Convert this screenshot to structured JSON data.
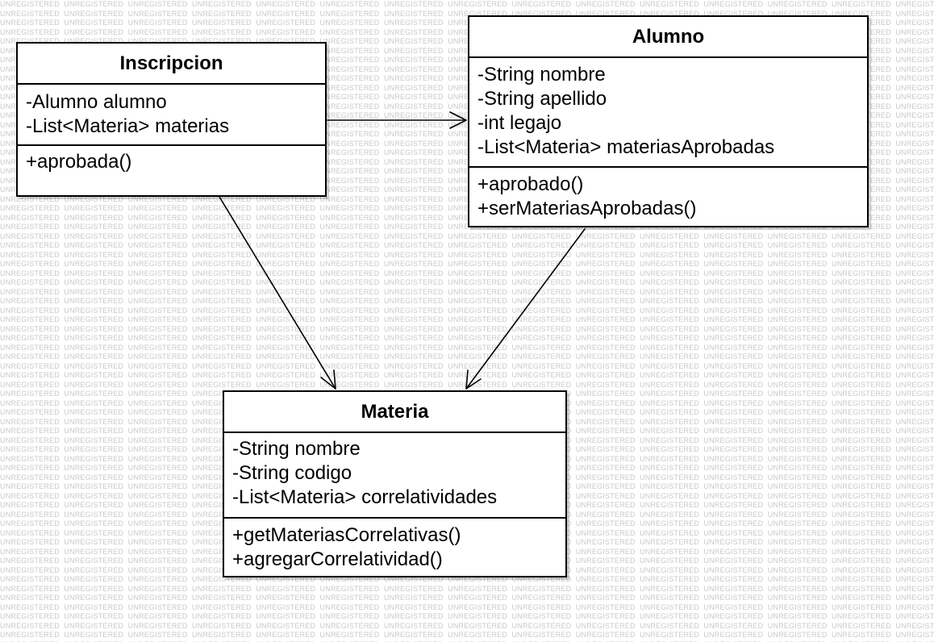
{
  "watermark_text": "UNREGISTERED",
  "classes": {
    "inscripcion": {
      "name": "Inscripcion",
      "attributes": [
        "-Alumno alumno",
        "-List<Materia> materias"
      ],
      "methods": [
        "+aprobada()"
      ]
    },
    "alumno": {
      "name": "Alumno",
      "attributes": [
        "-String nombre",
        "-String apellido",
        "-int legajo",
        "-List<Materia> materiasAprobadas"
      ],
      "methods": [
        "+aprobado()",
        "+serMateriasAprobadas()"
      ]
    },
    "materia": {
      "name": "Materia",
      "attributes": [
        "-String nombre",
        "-String codigo",
        "-List<Materia> correlatividades"
      ],
      "methods": [
        "+getMateriasCorrelativas()",
        "+agregarCorrelatividad()"
      ]
    }
  },
  "associations": [
    {
      "from": "Inscripcion",
      "to": "Alumno",
      "type": "directed-association"
    },
    {
      "from": "Inscripcion",
      "to": "Materia",
      "type": "directed-association"
    },
    {
      "from": "Alumno",
      "to": "Materia",
      "type": "directed-association"
    }
  ]
}
